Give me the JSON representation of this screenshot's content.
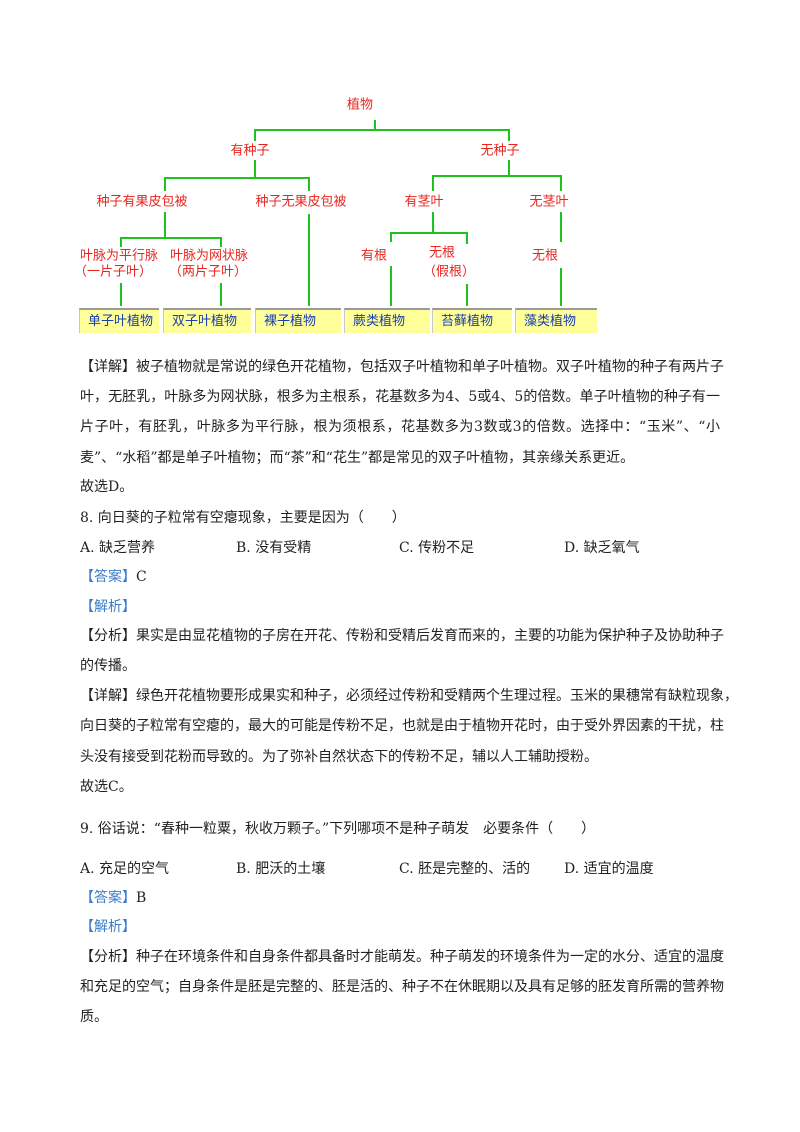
{
  "diagram": {
    "root": "植物",
    "level1": [
      "有种子",
      "无种子"
    ],
    "level2": [
      "种子有果皮包被",
      "种子无果皮包被",
      "有茎叶",
      "无茎叶"
    ],
    "level3": {
      "parallel_vein": "叶脉为平行脉",
      "parallel_vein_note": "（一片子叶）",
      "net_vein": "叶脉为网状脉",
      "net_vein_note": "（两片子叶）",
      "has_root": "有根",
      "no_root": "无根",
      "no_root_note": "（假根）",
      "no_root_algae": "无根"
    },
    "leaves": [
      "单子叶植物",
      "双子叶植物",
      "裸子植物",
      "蕨类植物",
      "苔藓植物",
      "藻类植物"
    ],
    "line_color": "#1fc31f",
    "text_color": "#e8261f",
    "box_color": "#ffff99"
  },
  "section7": {
    "detail_lines": [
      "【详解】被子植物就是常说的绿色开花植物，包括双子叶植物和单子叶植物。双子叶植物的种子有两片子",
      "叶，无胚乳，叶脉多为网状脉，根多为主根系，花基数多为4、5或4、5的倍数。单子叶植物的种子有一",
      "片子叶，有胚乳，叶脉多为平行脉，根为须根系，花基数多为3数或3的倍数。选择中：“玉米”、“小",
      "麦”、“水稻”都是单子叶植物；而“茶”和“花生”都是常见的双子叶植物，其亲缘关系更近。"
    ],
    "conclusion": "故选D。"
  },
  "q8": {
    "question": "8. 向日葵的子粒常有空瘪现象，主要是因为（　　）",
    "options": [
      "A. 缺乏营养",
      "B. 没有受精",
      "C. 传粉不足",
      "D. 缺乏氧气"
    ],
    "answer_label": "【答案】",
    "answer": "C",
    "analysis_label": "【解析】",
    "analysis_lines": [
      "【分析】果实是由显花植物的子房在开花、传粉和受精后发育而来的，主要的功能为保护种子及协助种子",
      "的传播。"
    ],
    "detail_lines": [
      "【详解】绿色开花植物要形成果实和种子，必须经过传粉和受精两个生理过程。玉米的果穗常有缺粒现象，",
      "向日葵的子粒常有空瘪的，最大的可能是传粉不足，也就是由于植物开花时，由于受外界因素的干扰，柱",
      "头没有接受到花粉而导致的。为了弥补自然状态下的传粉不足，辅以人工辅助授粉。"
    ],
    "conclusion": "故选C。"
  },
  "q9": {
    "question": "9. 俗话说：“春种一粒粟，秋收万颗子。”下列哪项不是种子萌发　必要条件（　　）",
    "options": [
      "A. 充足的空气",
      "B. 肥沃的土壤",
      "C. 胚是完整的、活的",
      "D. 适宜的温度"
    ],
    "answer_label": "【答案】",
    "answer": "B",
    "analysis_label": "【解析】",
    "analysis_lines": [
      "【分析】种子在环境条件和自身条件都具备时才能萌发。种子萌发的环境条件为一定的水分、适宜的温度",
      "和充足的空气；自身条件是胚是完整的、胚是活的、种子不在休眠期以及具有足够的胚发育所需的营养物",
      "质。"
    ]
  }
}
